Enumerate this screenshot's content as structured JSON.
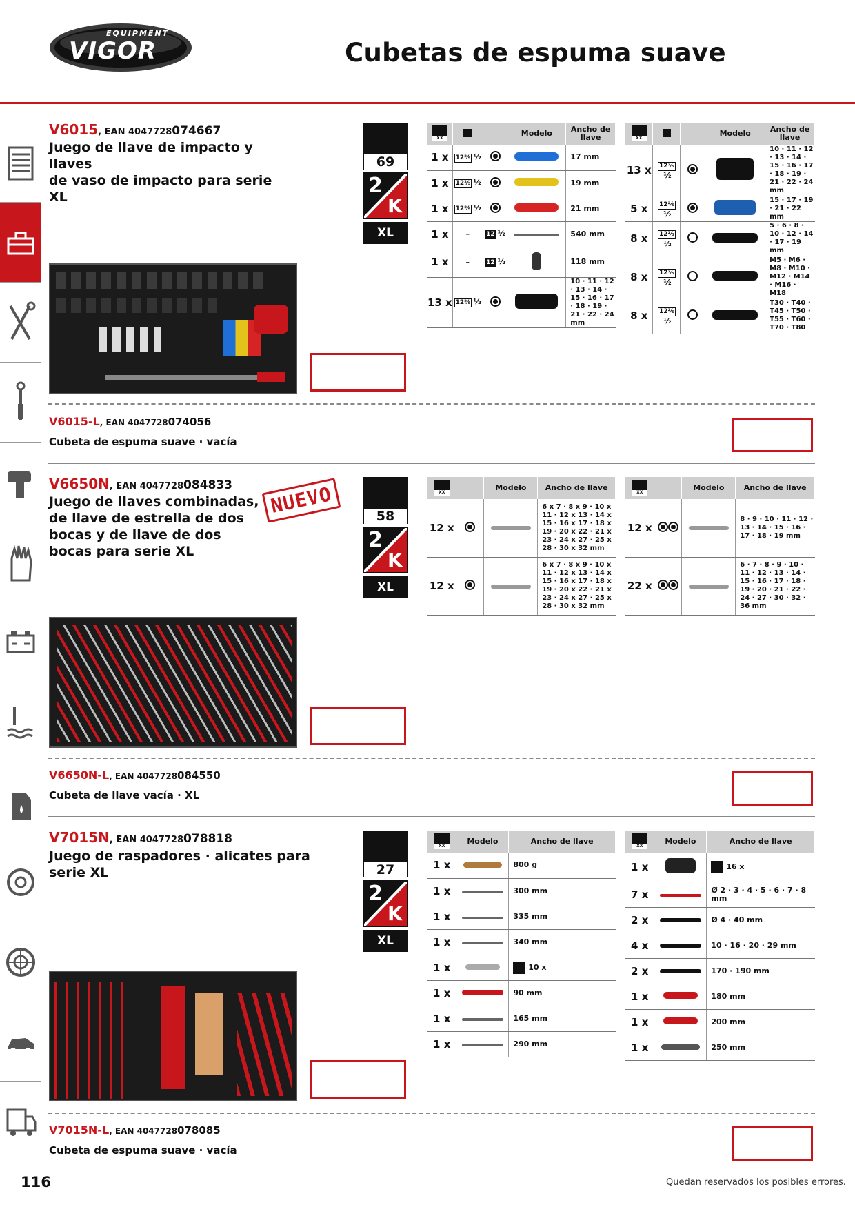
{
  "header": {
    "brand_small": "EQUIPMENT",
    "brand": "VIGOR",
    "title": "Cubetas de espuma suave"
  },
  "footer": {
    "page_number": "116",
    "note": "Quedan reservados los posibles errores."
  },
  "colors": {
    "accent": "#c8161d",
    "header_gray": "#cfcfcf"
  },
  "sidebar": {
    "items": [
      {
        "icon": "tool-cabinet-icon"
      },
      {
        "icon": "toolbox-icon",
        "active": true
      },
      {
        "icon": "wrench-screwdriver-icon"
      },
      {
        "icon": "torque-wrench-icon"
      },
      {
        "icon": "impact-wrench-icon"
      },
      {
        "icon": "gloves-icon"
      },
      {
        "icon": "battery-icon"
      },
      {
        "icon": "coolant-icon"
      },
      {
        "icon": "oil-can-icon"
      },
      {
        "icon": "brake-disc-icon"
      },
      {
        "icon": "wheel-icon"
      },
      {
        "icon": "car-body-icon"
      },
      {
        "icon": "truck-icon"
      }
    ]
  },
  "products": [
    {
      "code": "V6015",
      "ean_prefix": "EAN 4047728",
      "ean_suffix": "074667",
      "name": [
        "Juego de llave de impacto y llaves",
        "de vaso de impacto para serie XL"
      ],
      "count": "69",
      "k_label": "2",
      "k_letter": "K",
      "xl": "XL",
      "empty_code": "V6015-L",
      "empty_ean_prefix": "EAN 4047728",
      "empty_ean_suffix": "074056",
      "empty_name": "Cubeta de espuma suave · vacía",
      "table_left": {
        "h_model": "Modelo",
        "h_width": "Ancho de llave",
        "rows": [
          {
            "q": "1 x",
            "drive": "12⅖",
            "half": "½",
            "icon": "hex",
            "tool": "blue-extension",
            "size": "17 mm"
          },
          {
            "q": "1 x",
            "drive": "12⅖",
            "half": "½",
            "icon": "hex",
            "tool": "yellow-extension",
            "size": "19 mm"
          },
          {
            "q": "1 x",
            "drive": "12⅖",
            "half": "½",
            "icon": "hex",
            "tool": "red-extension",
            "size": "21 mm"
          },
          {
            "q": "1 x",
            "drive": "–",
            "half": "½",
            "icon": "drv-b",
            "tool": "ratchet",
            "size": "540 mm"
          },
          {
            "q": "1 x",
            "drive": "–",
            "half": "½",
            "icon": "drv-b",
            "tool": "impact-wrench",
            "size": "118 mm"
          },
          {
            "q": "13 x",
            "drive": "12⅖",
            "half": "½",
            "icon": "hex",
            "tool": "deep-socket",
            "size": "10 · 11 · 12 · 13 · 14 · 15 · 16 · 17 · 18 · 19 · 21 · 22 · 24 mm"
          }
        ]
      },
      "table_right": {
        "h_model": "Modelo",
        "h_width": "Ancho de llave",
        "rows": [
          {
            "q": "13 x",
            "drive": "12⅖",
            "half": "½",
            "icon": "hex",
            "tool": "socket",
            "size": "10 · 11 · 12 · 13 · 14 · 15 · 16 · 17 · 18 · 19 · 21 · 22 · 24 mm"
          },
          {
            "q": "5 x",
            "drive": "12⅖",
            "half": "½",
            "icon": "hex",
            "tool": "wheel-socket",
            "size": "15 · 17 · 19 · 21 · 22 mm"
          },
          {
            "q": "8 x",
            "drive": "12⅖",
            "half": "½",
            "icon": "hex-o",
            "tool": "bit-socket",
            "size": "5 · 6 · 8 · 10 · 12 · 14 · 17 · 19 mm"
          },
          {
            "q": "8 x",
            "drive": "12⅖",
            "half": "½",
            "icon": "hex-o",
            "tool": "bit-socket",
            "size": "M5 · M6 · M8 · M10 · M12 · M14 · M16 · M18"
          },
          {
            "q": "8 x",
            "drive": "12⅖",
            "half": "½",
            "icon": "torx",
            "tool": "bit-socket",
            "size": "T30 · T40 · T45 · T50 · T55 · T60 · T70 · T80"
          }
        ]
      }
    },
    {
      "code": "V6650N",
      "ean_prefix": "EAN 4047728",
      "ean_suffix": "084833",
      "new_badge": "NUEVO",
      "name": [
        "Juego de llaves combinadas,",
        "de llave de estrella de dos",
        "bocas y de llave de dos",
        "bocas para serie XL"
      ],
      "count": "58",
      "k_label": "2",
      "k_letter": "K",
      "xl": "XL",
      "empty_code": "V6650N-L",
      "empty_ean_prefix": "EAN 4047728",
      "empty_ean_suffix": "084550",
      "empty_name": "Cubeta de llave vacía · XL",
      "table_left": {
        "h_model": "Modelo",
        "h_width": "Ancho de llave",
        "rows": [
          {
            "q": "12 x",
            "tool": "double-ring",
            "size": "6 x 7 · 8 x 9 · 10 x 11 · 12 x 13 · 14 x 15 · 16 x 17 · 18 x 19 · 20 x 22 · 21 x 23 · 24 x 27 · 25 x 28 · 30 x 32 mm"
          },
          {
            "q": "12 x",
            "tool": "open-end",
            "size": "6 x 7 · 8 x 9 · 10 x 11 · 12 x 13 · 14 x 15 · 16 x 17 · 18 x 19 · 20 x 22 · 21 x 23 · 24 x 27 · 25 x 28 · 30 x 32 mm"
          }
        ]
      },
      "table_right": {
        "h_model": "Modelo",
        "h_width": "Ancho de llave",
        "rows": [
          {
            "q": "12 x",
            "tool": "combination",
            "size": "8 · 9 · 10 · 11 · 12 · 13 · 14 · 15 · 16 · 17 · 18 · 19 mm"
          },
          {
            "q": "22 x",
            "tool": "combination",
            "size": "6 · 7 · 8 · 9 · 10 · 11 · 12 · 13 · 14 · 15 · 16 · 17 · 18 · 19 · 20 · 21 · 22 · 24 · 27 · 30 · 32 · 36 mm"
          }
        ]
      }
    },
    {
      "code": "V7015N",
      "ean_prefix": "EAN 4047728",
      "ean_suffix": "078818",
      "name": [
        "Juego de raspadores · alicates para serie XL"
      ],
      "count": "27",
      "k_label": "2",
      "k_letter": "K",
      "xl": "XL",
      "empty_code": "V7015N-L",
      "empty_ean_prefix": "EAN 4047728",
      "empty_ean_suffix": "078085",
      "empty_name": "Cubeta de espuma suave · vacía",
      "table_left": {
        "h_model": "Modelo",
        "h_width": "Ancho de llave",
        "rows": [
          {
            "q": "1 x",
            "tool": "hammer",
            "size": "800 g"
          },
          {
            "q": "1 x",
            "tool": "scraper",
            "size": "300 mm"
          },
          {
            "q": "1 x",
            "tool": "scraper",
            "size": "335 mm"
          },
          {
            "q": "1 x",
            "tool": "scraper",
            "size": "340 mm"
          },
          {
            "q": "1 x",
            "tool": "cutter",
            "size": "10 x"
          },
          {
            "q": "1 x",
            "tool": "knife",
            "size": "90 mm"
          },
          {
            "q": "1 x",
            "tool": "scraper",
            "size": "165 mm"
          },
          {
            "q": "1 x",
            "tool": "pliers",
            "size": "290 mm"
          }
        ]
      },
      "table_right": {
        "h_model": "Modelo",
        "h_width": "Ancho de llave",
        "rows": [
          {
            "q": "1 x",
            "tool": "bit-box",
            "size": "16 x"
          },
          {
            "q": "7 x",
            "tool": "punch",
            "size": "Ø 2 · 3 · 4 · 5 · 6 · 7 · 8 mm"
          },
          {
            "q": "2 x",
            "tool": "chisel",
            "size": "Ø 4 · 40 mm"
          },
          {
            "q": "4 x",
            "tool": "chisel",
            "size": "10 · 16 · 20 · 29 mm"
          },
          {
            "q": "2 x",
            "tool": "chisel",
            "size": "170 · 190 mm"
          },
          {
            "q": "1 x",
            "tool": "pliers",
            "size": "180 mm"
          },
          {
            "q": "1 x",
            "tool": "pliers",
            "size": "200 mm"
          },
          {
            "q": "1 x",
            "tool": "water-pump-pliers",
            "size": "250 mm"
          }
        ]
      }
    }
  ]
}
